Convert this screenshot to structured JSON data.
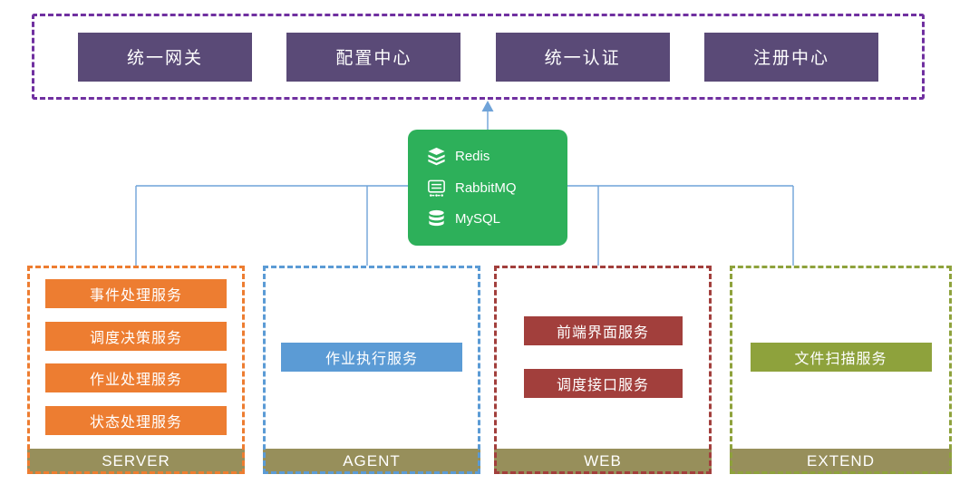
{
  "platform_layer": {
    "items": [
      {
        "label": "统一网关"
      },
      {
        "label": "配置中心"
      },
      {
        "label": "统一认证"
      },
      {
        "label": "注册中心"
      }
    ]
  },
  "middleware_box": {
    "items": [
      {
        "label": "Redis",
        "icon": "redis-icon"
      },
      {
        "label": "RabbitMQ",
        "icon": "rabbitmq-icon"
      },
      {
        "label": "MySQL",
        "icon": "mysql-icon"
      }
    ]
  },
  "groups": [
    {
      "label": "SERVER",
      "services": [
        "事件处理服务",
        "调度决策服务",
        "作业处理服务",
        "状态处理服务"
      ]
    },
    {
      "label": "AGENT",
      "services": [
        "作业执行服务"
      ]
    },
    {
      "label": "WEB",
      "services": [
        "前端界面服务",
        "调度接口服务"
      ]
    },
    {
      "label": "EXTEND",
      "services": [
        "文件扫描服务"
      ]
    }
  ],
  "colors": {
    "top_border": "#7030A0",
    "top_box": "#5A4A77",
    "middleware_green": "#2DB05A",
    "server_accent": "#ED7D31",
    "agent_accent": "#5B9BD5",
    "web_accent": "#A23F3C",
    "extend_accent": "#8EA23C",
    "label_bar": "#978F5B",
    "connector": "#6FA3D8"
  }
}
